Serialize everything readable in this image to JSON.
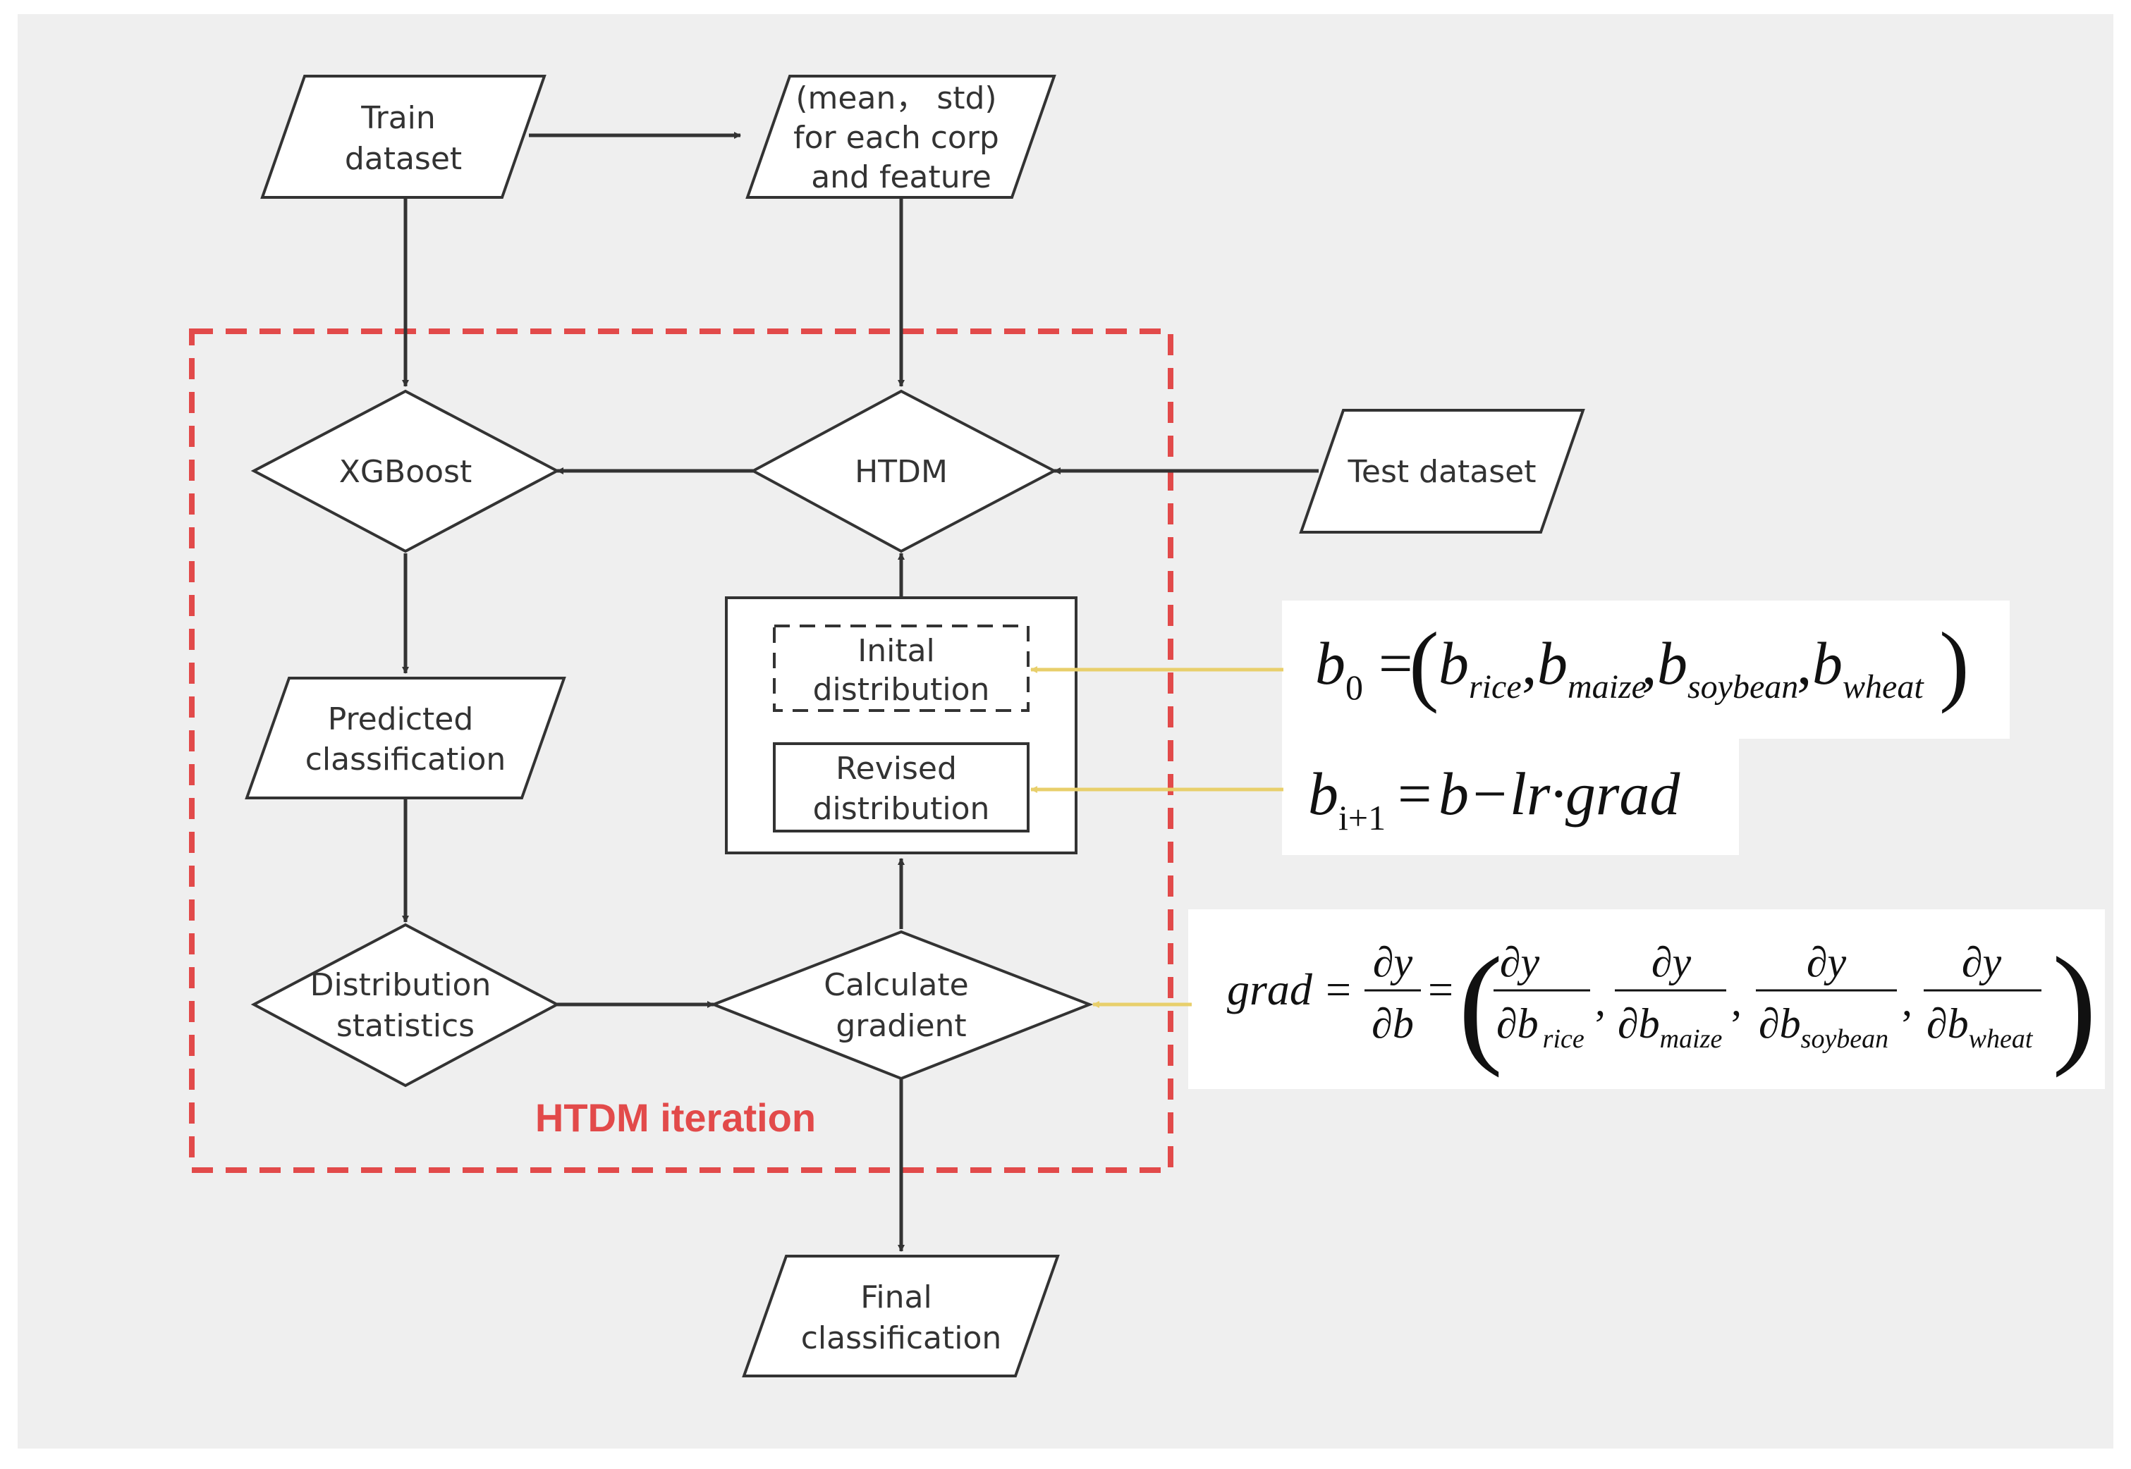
{
  "colors": {
    "canvas": "#efefef",
    "node_fill": "#ffffff",
    "stroke": "#333333",
    "frame": "#e24a4a",
    "feedback_arrow": "#e8cf6b"
  },
  "nodes": {
    "train_dataset": [
      "Train",
      "dataset"
    ],
    "mean_std": [
      "(mean， std)",
      "for each corp",
      "and feature"
    ],
    "xgboost": "XGBoost",
    "htdm": "HTDM",
    "test_dataset": "Test dataset",
    "predicted_classification": [
      "Predicted",
      "classification"
    ],
    "inital_distribution": [
      "Inital",
      "distribution"
    ],
    "revised_distribution": [
      "Revised",
      "distribution"
    ],
    "distribution_statistics": [
      "Distribution",
      "statistics"
    ],
    "calculate_gradient": [
      "Calculate",
      "gradient"
    ],
    "final_classification": [
      "Final",
      "classification"
    ]
  },
  "frame_label": "HTDM iteration",
  "formulas": {
    "initial": {
      "lhs": "b",
      "lhs_sub": "0",
      "eq": "=",
      "terms": [
        {
          "sym": "b",
          "sub": "rice"
        },
        {
          "sym": "b",
          "sub": "maize"
        },
        {
          "sym": "b",
          "sub": "soybean"
        },
        {
          "sym": "b",
          "sub": "wheat"
        }
      ]
    },
    "update": {
      "lhs": "b",
      "lhs_sub": "i+1",
      "eq": "=",
      "rhs": "b−lr·grad"
    },
    "gradient": {
      "lhs": "grad",
      "eq": "=",
      "numerator": "∂y",
      "denominator": "∂b",
      "terms": [
        {
          "num": "∂y",
          "den": "∂b",
          "sub": "rice"
        },
        {
          "num": "∂y",
          "den": "∂b",
          "sub": "maize"
        },
        {
          "num": "∂y",
          "den": "∂b",
          "sub": "soybean"
        },
        {
          "num": "∂y",
          "den": "∂b",
          "sub": "wheat"
        }
      ]
    }
  }
}
